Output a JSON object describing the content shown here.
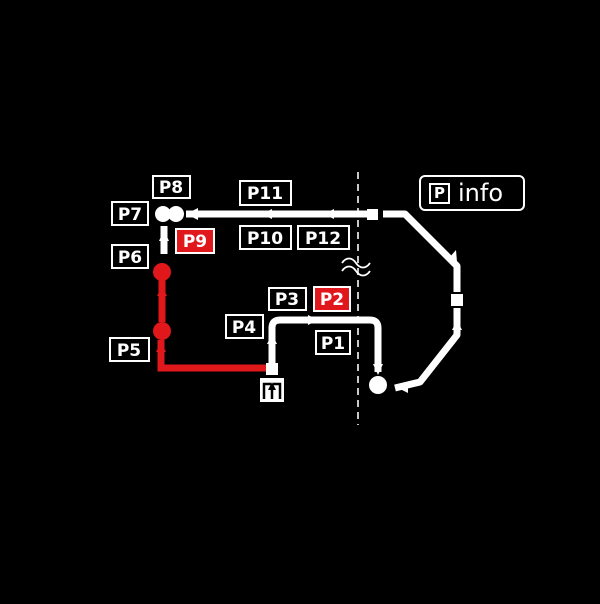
{
  "colors": {
    "background": "#000000",
    "normal": "#ffffff",
    "active": "#e0171b"
  },
  "info_button": {
    "icon": "P",
    "label": "info"
  },
  "parking_labels": {
    "p1": "P1",
    "p2": "P2",
    "p3": "P3",
    "p4": "P4",
    "p5": "P5",
    "p6": "P6",
    "p7": "P7",
    "p8": "P8",
    "p9": "P9",
    "p10": "P10",
    "p11": "P11",
    "p12": "P12"
  },
  "active_labels": [
    "p2",
    "p9"
  ],
  "icons": {
    "current_position": "you-are-here-arrow-icon",
    "river": "water-wave-icon"
  }
}
